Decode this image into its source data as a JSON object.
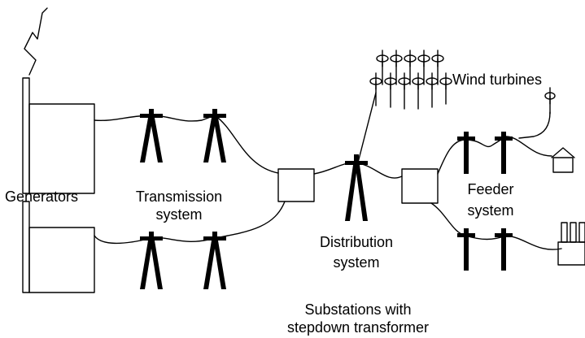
{
  "labels": {
    "generators": "Generators",
    "transmission_line1": "Transmission",
    "transmission_line2": "system",
    "distribution_line1": "Distribution",
    "distribution_line2": "system",
    "wind_turbines": "Wind turbines",
    "feeder_line1": "Feeder",
    "feeder_line2": "system",
    "substations_line1": "Substations with",
    "substations_line2": "stepdown transformer"
  }
}
